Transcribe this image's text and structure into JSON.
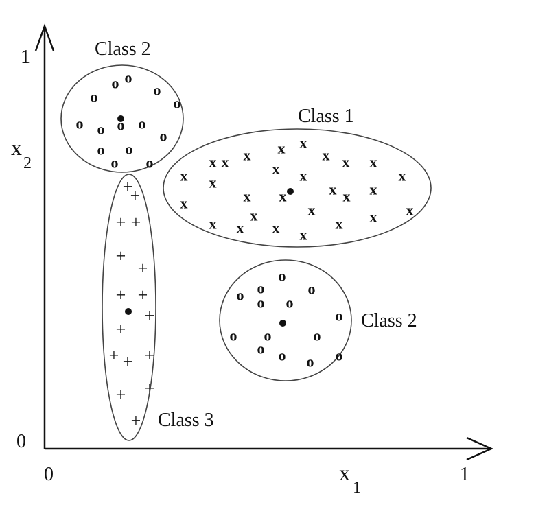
{
  "axes": {
    "x_label": "x",
    "x_label_sub": "1",
    "y_label": "x",
    "y_label_sub": "2",
    "origin_tick": "0",
    "x_tick_max": "1",
    "y_tick_zero": "0",
    "y_tick_max": "1"
  },
  "clusters": [
    {
      "label": "Class 2",
      "marker": "o"
    },
    {
      "label": "Class 1",
      "marker": "x"
    },
    {
      "label": "Class 2",
      "marker": "o"
    },
    {
      "label": "Class 3",
      "marker": "+"
    }
  ],
  "colors": {
    "ink": "#111111",
    "background": "#ffffff"
  }
}
